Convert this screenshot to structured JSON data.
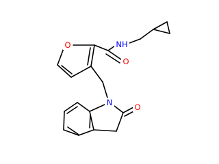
{
  "molecule": {
    "atoms": [
      {
        "id": "oxygen-furan",
        "symbol": "O",
        "color": "#ff0000"
      },
      {
        "id": "oxygen-amide",
        "symbol": "O",
        "color": "#ff0000"
      },
      {
        "id": "nitrogen-amide",
        "symbol": "NH",
        "color": "#0000ff"
      },
      {
        "id": "nitrogen-indolinone",
        "symbol": "N",
        "color": "#0000ff"
      },
      {
        "id": "oxygen-lactam",
        "symbol": "O",
        "color": "#ff0000"
      }
    ]
  },
  "colors": {
    "bond": "#000000",
    "oxygen": "#ff0000",
    "nitrogen": "#0000ff",
    "background": "#ffffff"
  }
}
